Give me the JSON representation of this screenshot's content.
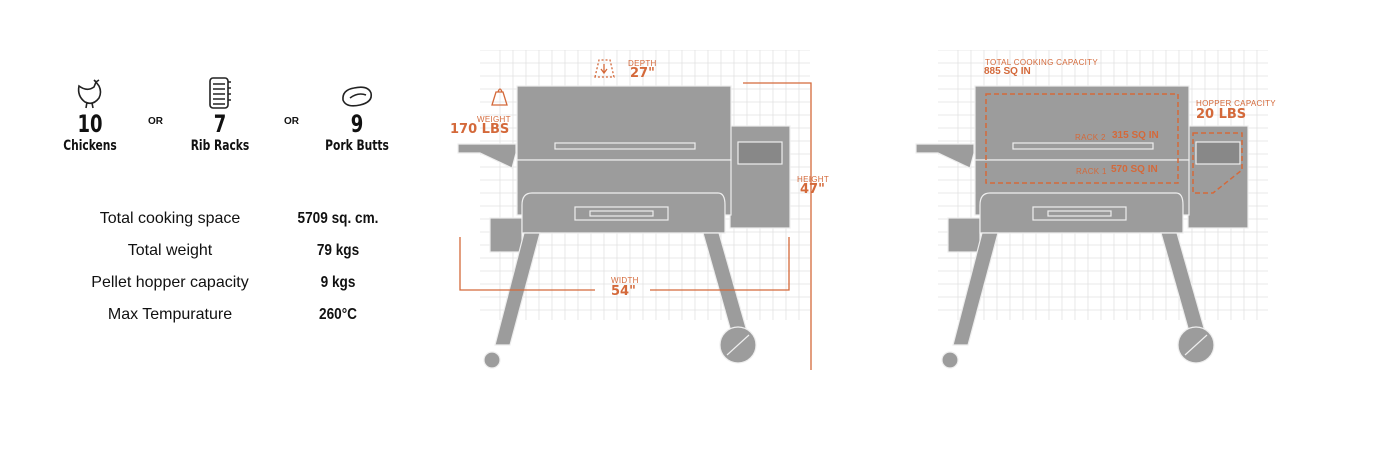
{
  "foods": [
    {
      "icon": "chicken-icon",
      "count": "10",
      "label": "Chickens"
    },
    {
      "icon": "rib-rack-icon",
      "count": "7",
      "label": "Rib Racks"
    },
    {
      "icon": "pork-butt-icon",
      "count": "9",
      "label": "Pork Butts"
    }
  ],
  "or_label": "OR",
  "specs": [
    {
      "label": "Total cooking space",
      "value": "5709 sq. cm."
    },
    {
      "label": "Total weight",
      "value": "79 kgs"
    },
    {
      "label": "Pellet hopper capacity",
      "value": "9 kgs"
    },
    {
      "label": "Max Tempurature",
      "value": "260°C"
    }
  ],
  "dimensions": {
    "depth_label": "DEPTH",
    "depth_value": "27\"",
    "weight_label": "WEIGHT",
    "weight_value": "170 LBS",
    "height_label": "HEIGHT",
    "height_value": "47\"",
    "width_label": "WIDTH",
    "width_value": "54\""
  },
  "capacity": {
    "total_label": "TOTAL COOKING CAPACITY",
    "total_value": "885 SQ IN",
    "hopper_label": "HOPPER CAPACITY",
    "hopper_value": "20 LBS",
    "rack2_label": "RACK 2",
    "rack2_value": "315 SQ IN",
    "rack1_label": "RACK 1",
    "rack1_value": "570 SQ IN"
  },
  "colors": {
    "accent": "#d4693a",
    "grill": "#9c9c9c"
  }
}
